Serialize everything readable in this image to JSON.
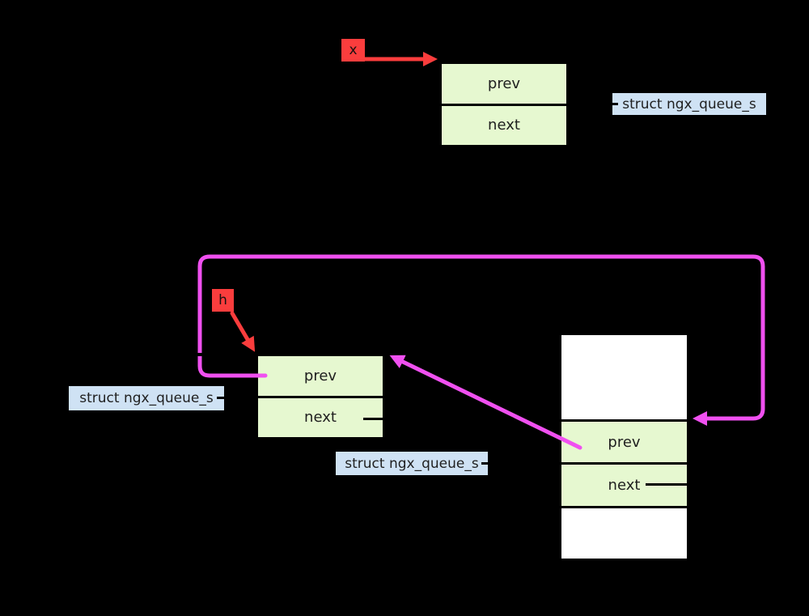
{
  "diagram": {
    "colors": {
      "canvas": "#000000",
      "node_fill": "#e6f8d0",
      "node_border": "#000000",
      "cell_white": "#ffffff",
      "label_bg": "#cfe2f4",
      "red": "#fa3d3d",
      "magenta": "#f050f0",
      "ink": "#1f1f1f",
      "stub": "#000000"
    },
    "top": {
      "pointer": "x",
      "node_fields": [
        "prev",
        "next"
      ],
      "type_label": "struct ngx_queue_s"
    },
    "bottom": {
      "pointer": "h",
      "head_node_fields": [
        "prev",
        "next"
      ],
      "head_type_label": "struct ngx_queue_s",
      "element_node_fields": [
        "prev",
        "next"
      ],
      "element_type_label": "struct ngx_queue_s"
    }
  }
}
